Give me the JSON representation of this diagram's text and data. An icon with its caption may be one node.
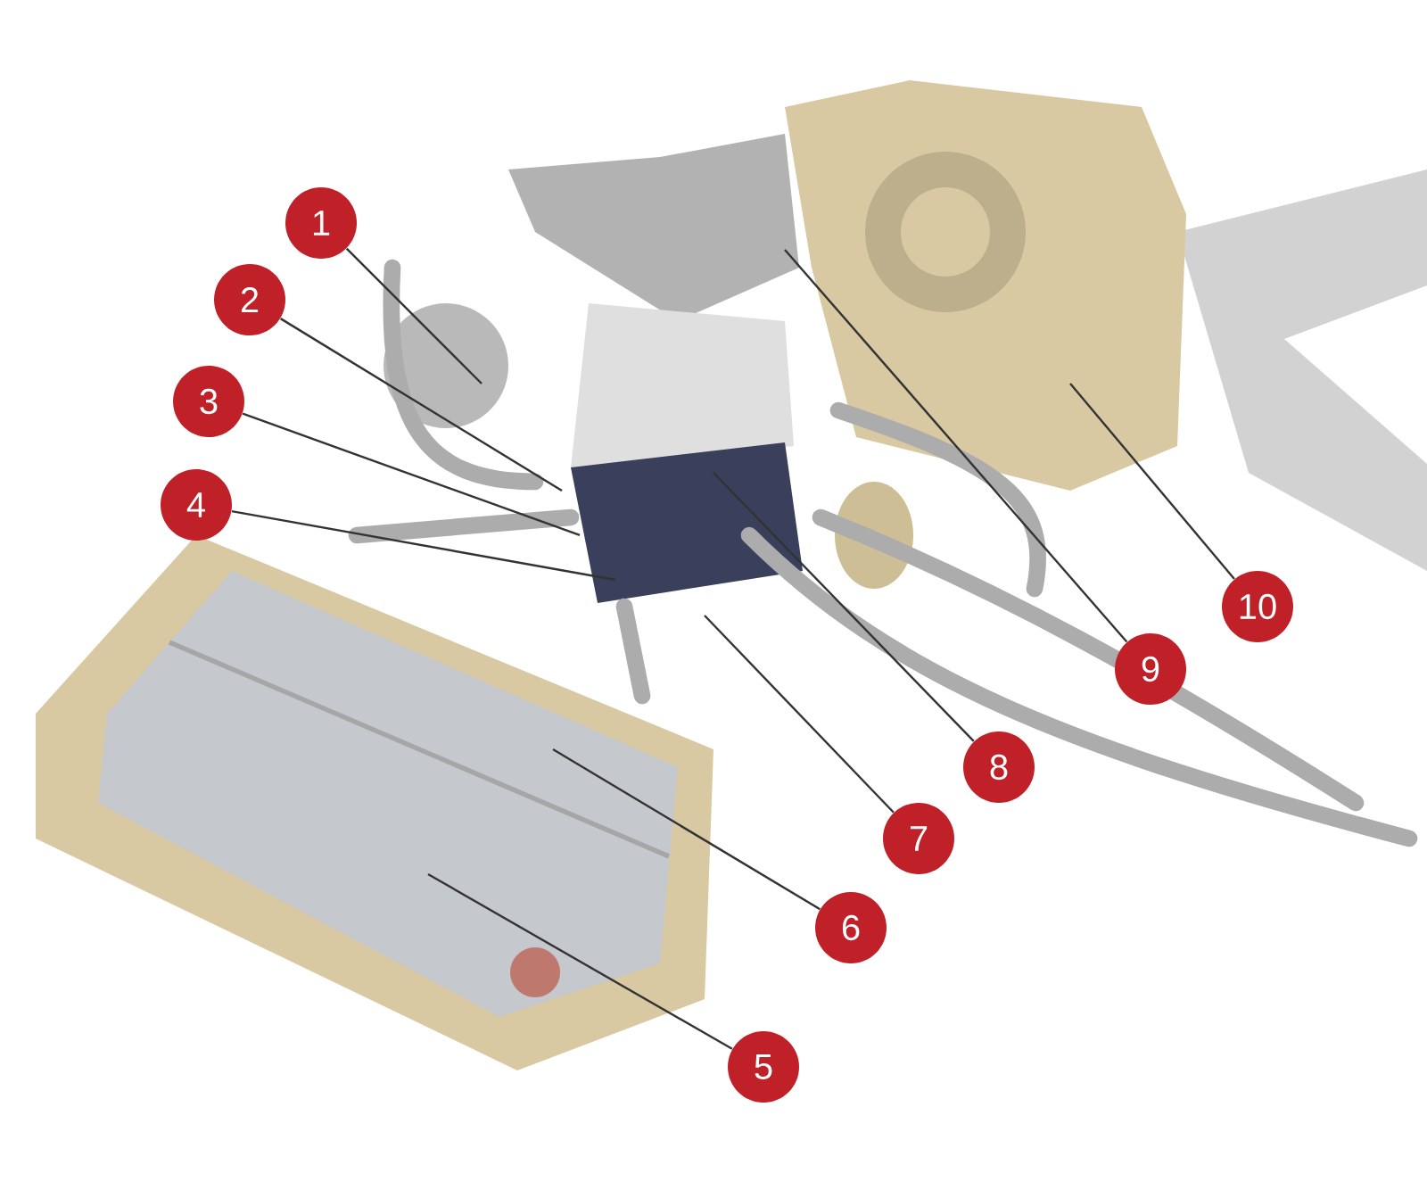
{
  "diagram": {
    "nodes": [
      {
        "text": [
          "1"
        ]
      },
      {
        "text": [
          "2"
        ]
      },
      {
        "text": [
          "3"
        ]
      },
      {
        "text": [
          "4"
        ]
      },
      {
        "text": [
          "5"
        ]
      },
      {
        "text": [
          "6"
        ]
      },
      {
        "text": [
          "7"
        ]
      },
      {
        "text": [
          "8"
        ]
      },
      {
        "text": [
          "9"
        ]
      },
      {
        "text": [
          "10"
        ]
      }
    ],
    "edges": [
      {
        "from": 0,
        "to": null,
        "arrow": "none"
      },
      {
        "from": 1,
        "to": null,
        "arrow": "none"
      },
      {
        "from": 2,
        "to": null,
        "arrow": "none"
      },
      {
        "from": 3,
        "to": null,
        "arrow": "none"
      },
      {
        "from": 4,
        "to": null,
        "arrow": "none"
      },
      {
        "from": 5,
        "to": null,
        "arrow": "none"
      },
      {
        "from": 6,
        "to": null,
        "arrow": "none"
      },
      {
        "from": 7,
        "to": null,
        "arrow": "none"
      },
      {
        "from": 8,
        "to": null,
        "arrow": "none"
      },
      {
        "from": 9,
        "to": null,
        "arrow": "none"
      }
    ]
  }
}
